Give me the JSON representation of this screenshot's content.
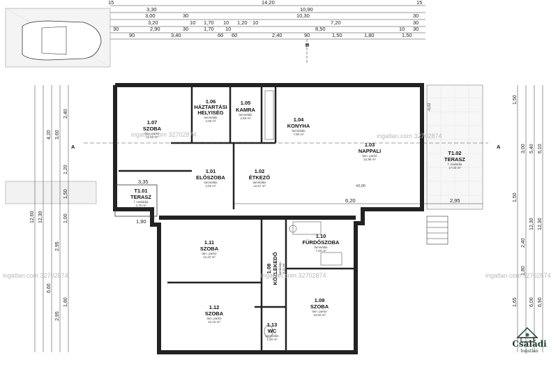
{
  "rooms": {
    "r107": {
      "num": "1.07",
      "name": "SZOBA",
      "floor": "lam. parkó",
      "area": "11,52 m²"
    },
    "r106": {
      "num": "1.06",
      "name1": "HÁZTARTÁSI",
      "name2": "HELYISÉG",
      "floor": "laminálás",
      "area": "4,06 m²"
    },
    "r105": {
      "num": "1.05",
      "name": "KAMRA",
      "floor": "laminálás",
      "area": "2,66 m²"
    },
    "r104": {
      "num": "1.04",
      "name": "KONYHA",
      "floor": "laminálás",
      "area": "7,50 m²"
    },
    "r103": {
      "num": "1.03",
      "name": "NAPPALI",
      "floor": "lam. parkó",
      "area": "22,98 m²"
    },
    "t102": {
      "num": "T1.02",
      "name": "TERASZ",
      "floor": "f. makádia",
      "area": "17,03 m²"
    },
    "r101": {
      "num": "1.01",
      "name": "ELŐSZOBA",
      "floor": "laminálás",
      "area": "4,50 m²"
    },
    "r102": {
      "num": "1.02",
      "name": "ÉTKEZŐ",
      "floor": "laminálás",
      "area": "12,67 m²"
    },
    "t101": {
      "num": "T1.01",
      "name": "TERASZ",
      "floor": "f. makádia",
      "area": "4,70 m²"
    },
    "r111": {
      "num": "1.11",
      "name": "SZOBA",
      "floor": "lam. parkó",
      "area": "12,10 m²"
    },
    "r110": {
      "num": "1.10",
      "name": "FÜRDŐSZOBA",
      "floor": "laminálás",
      "area": "7,20 m²"
    },
    "r108": {
      "num": "1.08",
      "name": "KÖZLEKEDŐ",
      "floor": "laminálás",
      "area": "6,11 m²"
    },
    "r112": {
      "num": "1.12",
      "name": "SZOBA",
      "floor": "lam. parkó",
      "area": "12,10 m²"
    },
    "r109": {
      "num": "1.09",
      "name": "SZOBA",
      "floor": "lam. parkó",
      "area": "10,50 m²"
    },
    "r113": {
      "num": "1.13",
      "name": "WC",
      "floor": "laminálás",
      "area": "1,60 m²"
    }
  },
  "levels": {
    "zero": "±0,00",
    "minus": "-0,02"
  },
  "sections": {
    "a_left": "A",
    "a_right": "A",
    "b": "B"
  },
  "dims_top": {
    "row1": [
      "15",
      "14,20",
      "15"
    ],
    "row2": [
      "3,30",
      "10,90"
    ],
    "row3": [
      "3,00",
      "30",
      "10,30",
      "30"
    ],
    "row4": [
      "3,20",
      "10",
      "1,70",
      "10",
      "1,20",
      "10",
      "7,20",
      "30"
    ],
    "row5": [
      "30",
      "2,90",
      "30",
      "1,70",
      "10",
      "8,50",
      "10",
      "30"
    ],
    "row6": [
      "90",
      "3,40",
      "60",
      "60",
      "2,40",
      "90",
      "1,50",
      "1,80",
      "1,50"
    ]
  },
  "dims_left": [
    "12,60",
    "12,30",
    "6,60",
    "4,20",
    "3,60",
    "2,40",
    "2,95",
    "2,95",
    "1,80",
    "1,00",
    "1,50",
    "1,20"
  ],
  "dims_right": [
    "12,30",
    "12,30",
    "6,10",
    "5,40",
    "3,00",
    "1,50",
    "1,50",
    "2,40",
    "1,80",
    "1,65",
    "6,90",
    "6,00"
  ],
  "misc": {
    "d1": "6,20",
    "d2": "2,95",
    "d3": "3,35",
    "d4": "1,90"
  },
  "watermark": {
    "text": "ingatlan.com 32702874"
  },
  "logo": {
    "name": "Családi",
    "sub": "Ingatlan"
  },
  "colors": {
    "wall": "#222222",
    "logo": "#1f3d2b",
    "watermark": "#b8b8b8"
  }
}
